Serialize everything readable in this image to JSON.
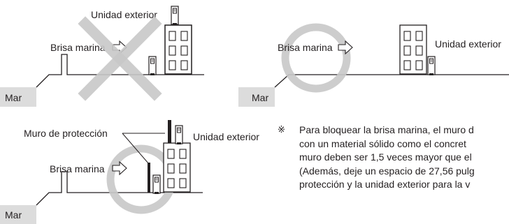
{
  "diagrams": [
    {
      "id": "incorrect",
      "verdict": "incorrect",
      "labels": {
        "sea": "Mar",
        "wind": "Brisa marina",
        "unit": "Unidad exterior"
      }
    },
    {
      "id": "correct-behind-building",
      "verdict": "correct",
      "labels": {
        "sea": "Mar",
        "wind": "Brisa marina",
        "unit": "Unidad exterior"
      }
    },
    {
      "id": "correct-with-wall",
      "verdict": "correct",
      "labels": {
        "sea": "Mar",
        "wind": "Brisa marina",
        "unit": "Unidad exterior",
        "wall": "Muro de protección"
      }
    }
  ],
  "note": {
    "symbol": "※",
    "lines": [
      "Para bloquear la brisa marina, el muro d",
      "con un material sólido como el concret",
      "muro deben ser 1,5 veces mayor que el",
      "(Además, deje un espacio de 27,56 pulg",
      "protección y la unidad exterior para la v"
    ]
  },
  "colors": {
    "line": "#231f20",
    "mark": "#c8c8c8",
    "background": "#ffffff"
  }
}
